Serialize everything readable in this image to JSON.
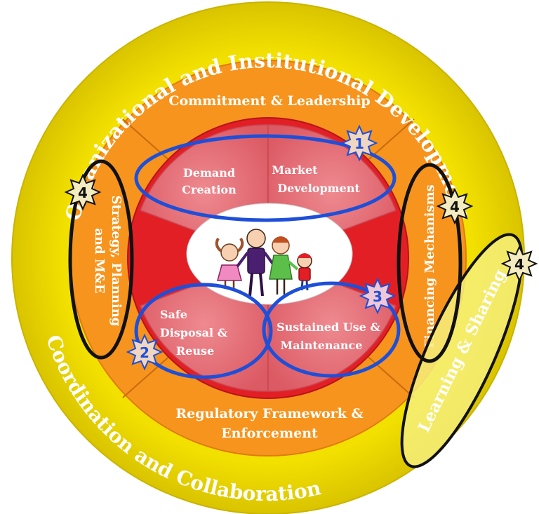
{
  "outer_ring": {
    "top_text": "Organizational and Institutional Development",
    "bottom_text": "Coordination and Collaboration"
  },
  "middle_ring": {
    "top": "Commitment & Leadership",
    "left_line1": "Strategy, Planning",
    "left_line2": "and M&E",
    "right": "Financing Mechanisms",
    "bottom_line1": "Regulatory Framework &",
    "bottom_line2": "Enforcement"
  },
  "core": {
    "top_left_line1": "Demand",
    "top_left_line2": "Creation",
    "top_right_line1": "Market",
    "top_right_line2": "Development",
    "bottom_left_line1": "Safe",
    "bottom_left_line2": "Disposal &",
    "bottom_left_line3": "Reuse",
    "bottom_right_line1": "Sustained Use &",
    "bottom_right_line2": "Maintenance",
    "center_image": "family-holding-hands"
  },
  "side_label": "Learning & Sharing",
  "badges": {
    "market": "1",
    "disposal": "2",
    "sustained": "3",
    "strategy": "4",
    "financing": "4",
    "learning": "4"
  },
  "colors": {
    "outer_ring": "#f2e000",
    "middle_ring": "#f7941d",
    "inner_ring": "#e31f26",
    "core_petal": "#e46a73",
    "highlight_blue": "#1e4fd8",
    "highlight_black": "#111111"
  }
}
